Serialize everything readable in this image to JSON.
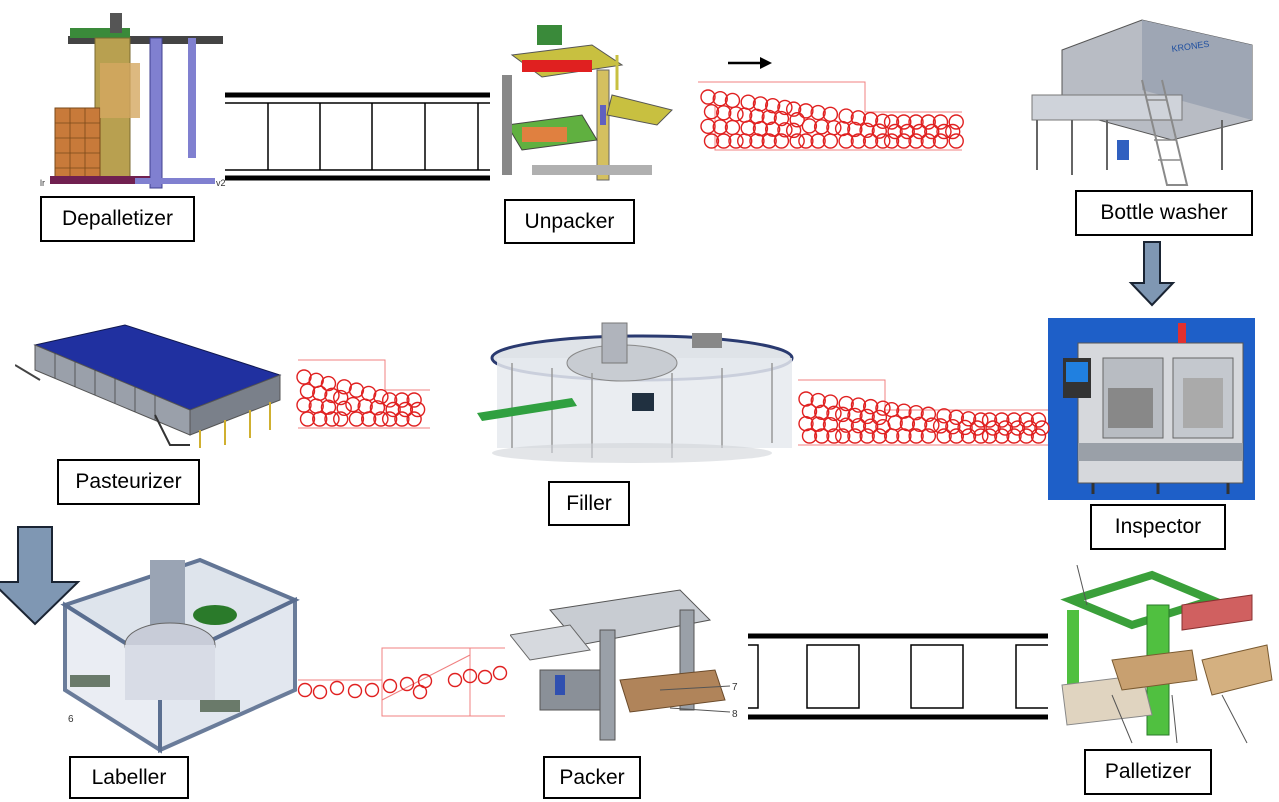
{
  "stations": {
    "depalletizer": {
      "label": "Depalletizer"
    },
    "unpacker": {
      "label": "Unpacker"
    },
    "bottle_washer": {
      "label": "Bottle washer",
      "nameplate": "KRONES"
    },
    "inspector": {
      "label": "Inspector"
    },
    "filler": {
      "label": "Filler"
    },
    "pasteurizer": {
      "label": "Pasteurizer"
    },
    "labeller": {
      "label": "Labeller"
    },
    "packer": {
      "label": "Packer"
    },
    "palletizer": {
      "label": "Palletizer"
    }
  },
  "image_callouts": {
    "depalletizer_left": "lr",
    "depalletizer_right": "v2",
    "labeller_part": "6",
    "packer_part_a": "7",
    "packer_part_b": "8"
  },
  "colors": {
    "bottle_outline": "#e02020",
    "guide_line": "#f08080",
    "flow_arrow_fill": "#7f97b3",
    "flow_arrow_stroke": "#1a2433",
    "conveyor": "#000000",
    "inspector_background": "#1e5fc8"
  }
}
